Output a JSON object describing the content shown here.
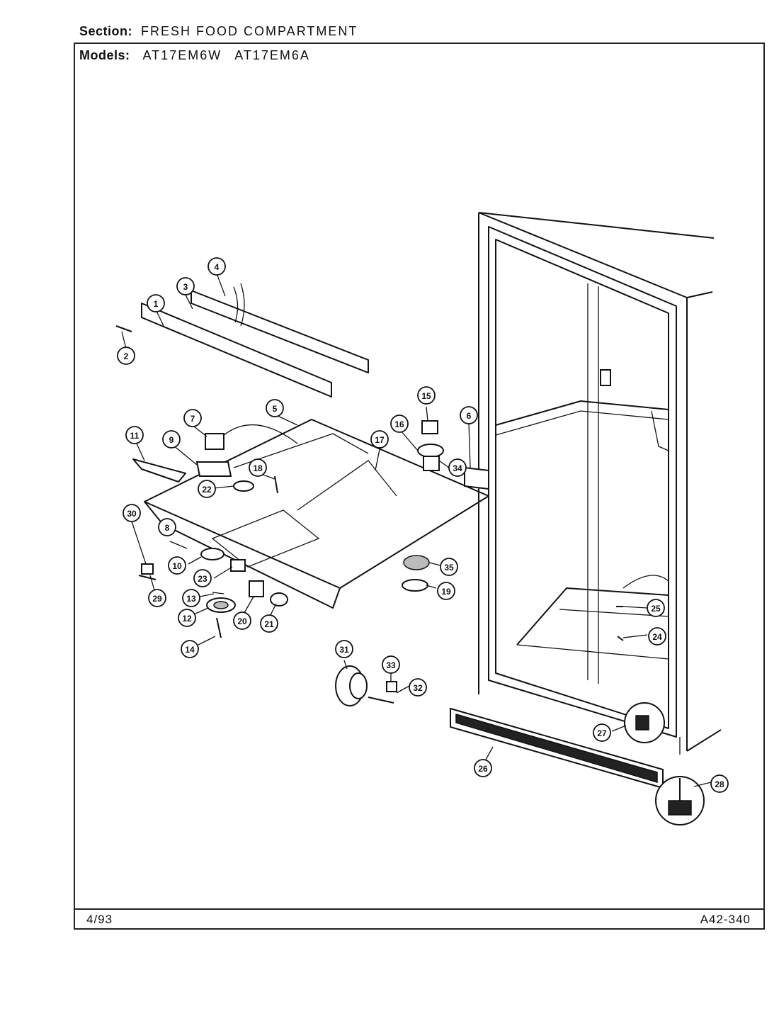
{
  "header": {
    "section_label": "Section:",
    "section_value": "FRESH FOOD COMPARTMENT",
    "models_label": "Models:",
    "models": [
      "AT17EM6W",
      "AT17EM6A"
    ]
  },
  "footer": {
    "date": "4/93",
    "page_ref": "A42-340"
  },
  "callouts": [
    "1",
    "2",
    "3",
    "4",
    "5",
    "6",
    "7",
    "8",
    "9",
    "10",
    "11",
    "12",
    "13",
    "14",
    "15",
    "16",
    "17",
    "18",
    "19",
    "20",
    "21",
    "22",
    "23",
    "24",
    "25",
    "26",
    "27",
    "28",
    "29",
    "30",
    "31",
    "32",
    "33",
    "34",
    "35"
  ]
}
